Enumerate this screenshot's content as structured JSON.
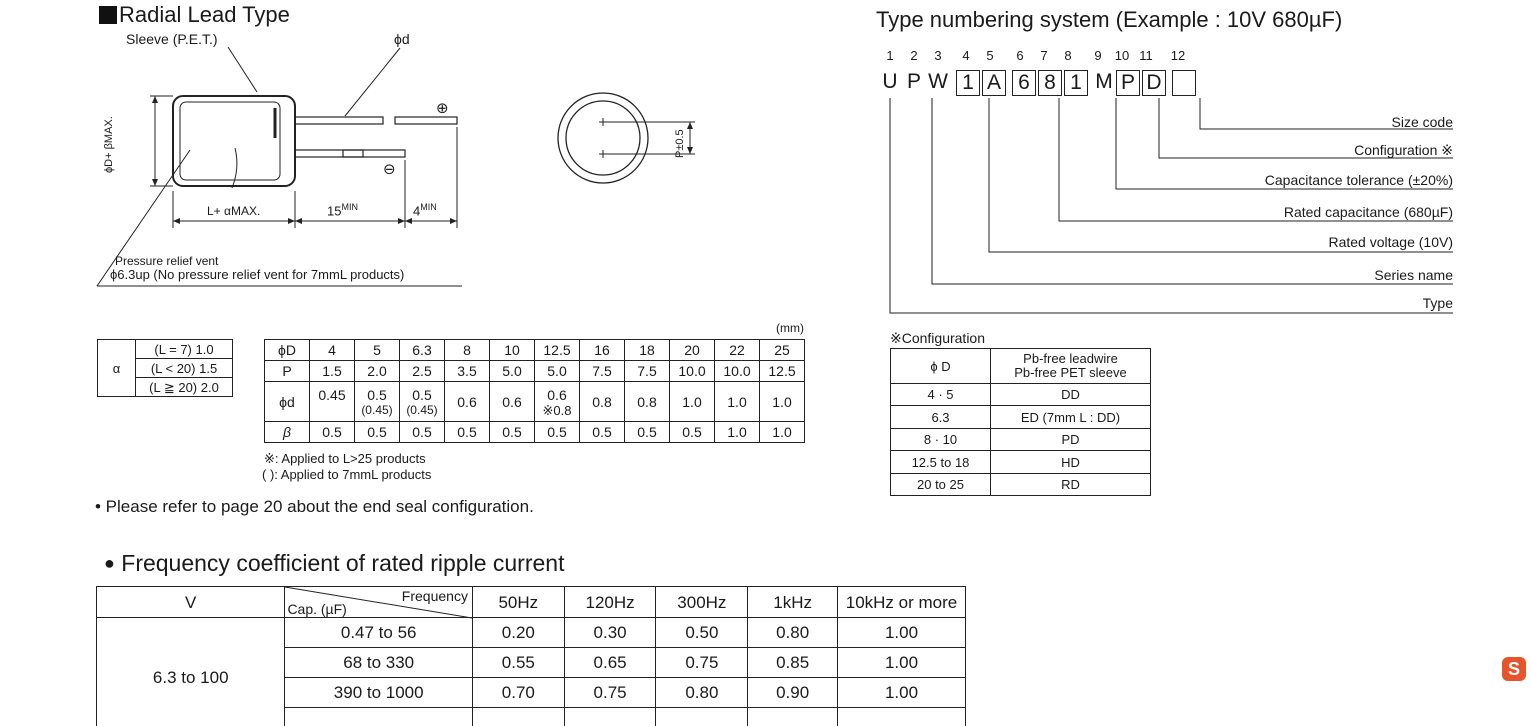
{
  "radial": {
    "title": "Radial Lead Type",
    "sleeve": "Sleeve (P.E.T.)",
    "phi_d": "ϕd",
    "plus": "⊕",
    "minus": "⊖",
    "dim_vert": "ϕD+ βMAX.",
    "dim_L": "L+ αMAX.",
    "dim_15": "15",
    "dim_15_sup": "MIN",
    "dim_4": "4",
    "dim_4_sup": "MIN",
    "vent1": "Pressure relief vent",
    "vent2": "ϕ6.3up (No pressure relief vent for 7mmL  products)",
    "pitch": "P±0.5"
  },
  "alpha_table": {
    "symbol": "α",
    "rows": [
      "(L = 7) 1.0",
      "(L < 20) 1.5",
      "(L ≧ 20) 2.0"
    ]
  },
  "dim_table": {
    "unit": "(mm)",
    "header": [
      "ϕD",
      "4",
      "5",
      "6.3",
      "8",
      "10",
      "12.5",
      "16",
      "18",
      "20",
      "22",
      "25"
    ],
    "p_row": [
      "P",
      "1.5",
      "2.0",
      "2.5",
      "3.5",
      "5.0",
      "5.0",
      "7.5",
      "7.5",
      "10.0",
      "10.0",
      "12.5"
    ],
    "d_row": [
      "ϕd",
      "0.45",
      "0.5",
      "0.5",
      "0.6",
      "0.6",
      "0.6",
      "0.8",
      "0.8",
      "1.0",
      "1.0",
      "1.0"
    ],
    "d_sub": [
      "",
      "",
      "(0.45)",
      "(0.45)",
      "",
      "",
      "※0.8",
      "",
      "",
      "",
      "",
      ""
    ],
    "b_row": [
      "β",
      "0.5",
      "0.5",
      "0.5",
      "0.5",
      "0.5",
      "0.5",
      "0.5",
      "0.5",
      "0.5",
      "1.0",
      "1.0"
    ],
    "note1": "※: Applied to L>25 products",
    "note2": "( ): Applied to 7mmL products"
  },
  "end_seal_note": "• Please refer to page 20 about the end seal configuration.",
  "type_numbering": {
    "title": "Type numbering system  (Example : 10V  680µF)",
    "positions": [
      "1",
      "2",
      "3",
      "4",
      "5",
      "6",
      "7",
      "8",
      "9",
      "10",
      "11",
      "12"
    ],
    "chars": [
      "U",
      "P",
      "W",
      "1",
      "A",
      "6",
      "8",
      "1",
      "M",
      "P",
      "D",
      ""
    ],
    "labels": [
      "Size code",
      "Configuration ※",
      "Capacitance tolerance (±20%)",
      "Rated capacitance (680µF)",
      "Rated voltage (10V)",
      "Series name",
      "Type"
    ]
  },
  "configuration": {
    "title": "※Configuration",
    "header_left": "ϕ D",
    "header_right_1": "Pb-free leadwire",
    "header_right_2": "Pb-free PET sleeve",
    "rows": [
      [
        "4 · 5",
        "DD"
      ],
      [
        "6.3",
        "ED (7mm L : DD)"
      ],
      [
        "8 · 10",
        "PD"
      ],
      [
        "12.5 to 18",
        "HD"
      ],
      [
        "20 to 25",
        "RD"
      ]
    ]
  },
  "ripple": {
    "title": "Frequency coefficient of rated ripple current",
    "v_header": "V",
    "cap_header": "Cap. (µF)",
    "freq_header": "Frequency",
    "freqs": [
      "50Hz",
      "120Hz",
      "300Hz",
      "1kHz",
      "10kHz or more"
    ],
    "voltage": "6.3 to 100",
    "rows": [
      {
        "cap": "0.47 to 56",
        "vals": [
          "0.20",
          "0.30",
          "0.50",
          "0.80",
          "1.00"
        ]
      },
      {
        "cap": "68 to 330",
        "vals": [
          "0.55",
          "0.65",
          "0.75",
          "0.85",
          "1.00"
        ]
      },
      {
        "cap": "390 to 1000",
        "vals": [
          "0.70",
          "0.75",
          "0.80",
          "0.90",
          "1.00"
        ]
      }
    ]
  },
  "corner_icon": "S"
}
